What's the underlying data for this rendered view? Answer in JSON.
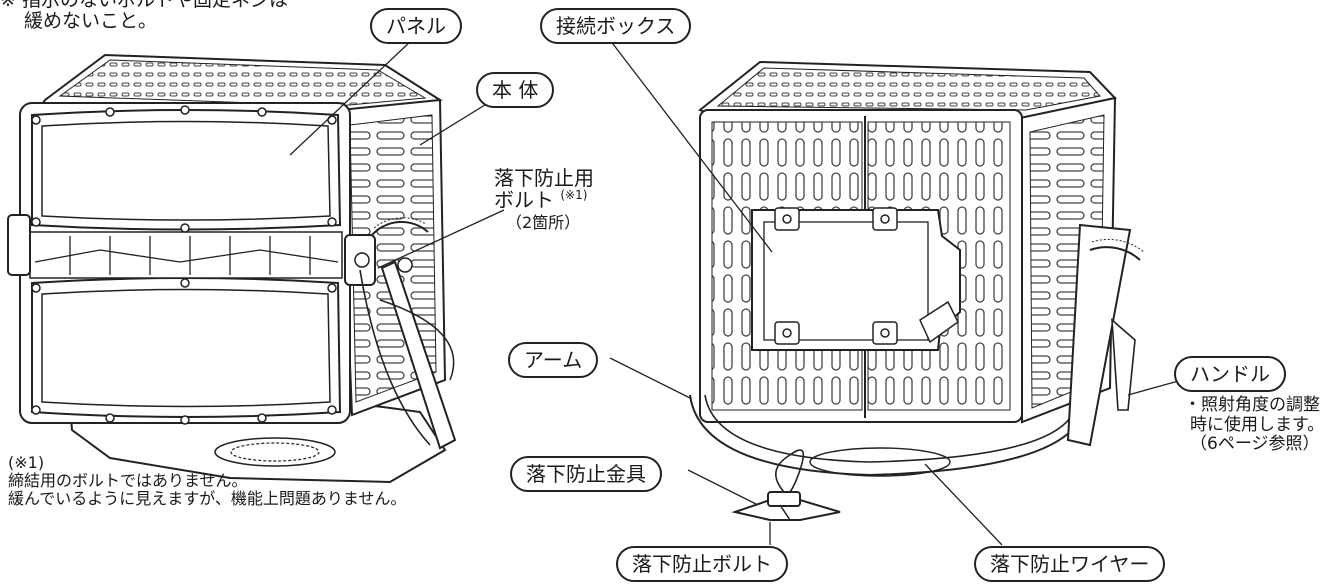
{
  "notes": {
    "top_warning": [
      "※ 指示のないボルトや固定ネジは",
      "緩めないこと。"
    ],
    "bolt_callout": {
      "line1": "落下防止用",
      "line2": "ボルト",
      "mark": "(※1)",
      "count": "（2箇所）"
    },
    "footnote": [
      "(※1)",
      "締結用のボルトではありません。",
      "緩んでいるように見えますが、機能上問題ありません。"
    ],
    "handle_note": [
      "・照射角度の調整",
      "時に使用します。",
      "（6ページ参照）"
    ]
  },
  "labels": {
    "panel": "パネル",
    "body": "本 体",
    "junction_box": "接続ボックス",
    "arm": "アーム",
    "handle": "ハンドル",
    "fall_bracket": "落下防止金具",
    "fall_bolt": "落下防止ボルト",
    "fall_wire": "落下防止ワイヤー"
  }
}
